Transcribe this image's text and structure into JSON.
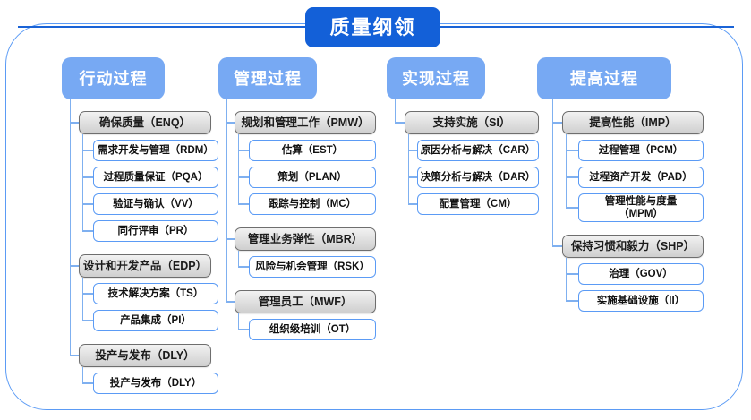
{
  "diagram": {
    "title": "质量纲领",
    "columns": [
      {
        "header": "行动过程",
        "groups": [
          {
            "label": "确保质量（ENQ）",
            "items": [
              "需求开发与管理（RDM）",
              "过程质量保证（PQA）",
              "验证与确认（VV）",
              "同行评审（PR）"
            ]
          },
          {
            "label": "设计和开发产品（EDP）",
            "items": [
              "技术解决方案（TS）",
              "产品集成（PI）"
            ]
          },
          {
            "label": "投产与发布（DLY）",
            "items": [
              "投产与发布（DLY）"
            ]
          }
        ]
      },
      {
        "header": "管理过程",
        "groups": [
          {
            "label": "规划和管理工作（PMW）",
            "items": [
              "估算（EST）",
              "策划（PLAN）",
              "跟踪与控制（MC）"
            ]
          },
          {
            "label": "管理业务弹性（MBR）",
            "items": [
              "风险与机会管理（RSK）"
            ]
          },
          {
            "label": "管理员工（MWF）",
            "items": [
              "组织级培训（OT）"
            ]
          }
        ]
      },
      {
        "header": "实现过程",
        "groups": [
          {
            "label": "支持实施（SI）",
            "items": [
              "原因分析与解决（CAR）",
              "决策分析与解决（DAR）",
              "配置管理（CM）"
            ]
          }
        ]
      },
      {
        "header": "提高过程",
        "groups": [
          {
            "label": "提高性能（IMP）",
            "items": [
              "过程管理（PCM）",
              "过程资产开发（PAD）",
              "管理性能与度量\n（MPM）"
            ]
          },
          {
            "label": "保持习惯和毅力（SHP）",
            "items": [
              "治理（GOV）",
              "实施基础设施（II）"
            ]
          }
        ]
      }
    ],
    "colors": {
      "title_bg": "#1360d8",
      "header_bg": "#77a9f3",
      "connector": "#7fb0f0",
      "frame_border": "#5b9bf5",
      "group_border": "#6e6e6e",
      "leaf_border": "#5b9bf5"
    }
  }
}
